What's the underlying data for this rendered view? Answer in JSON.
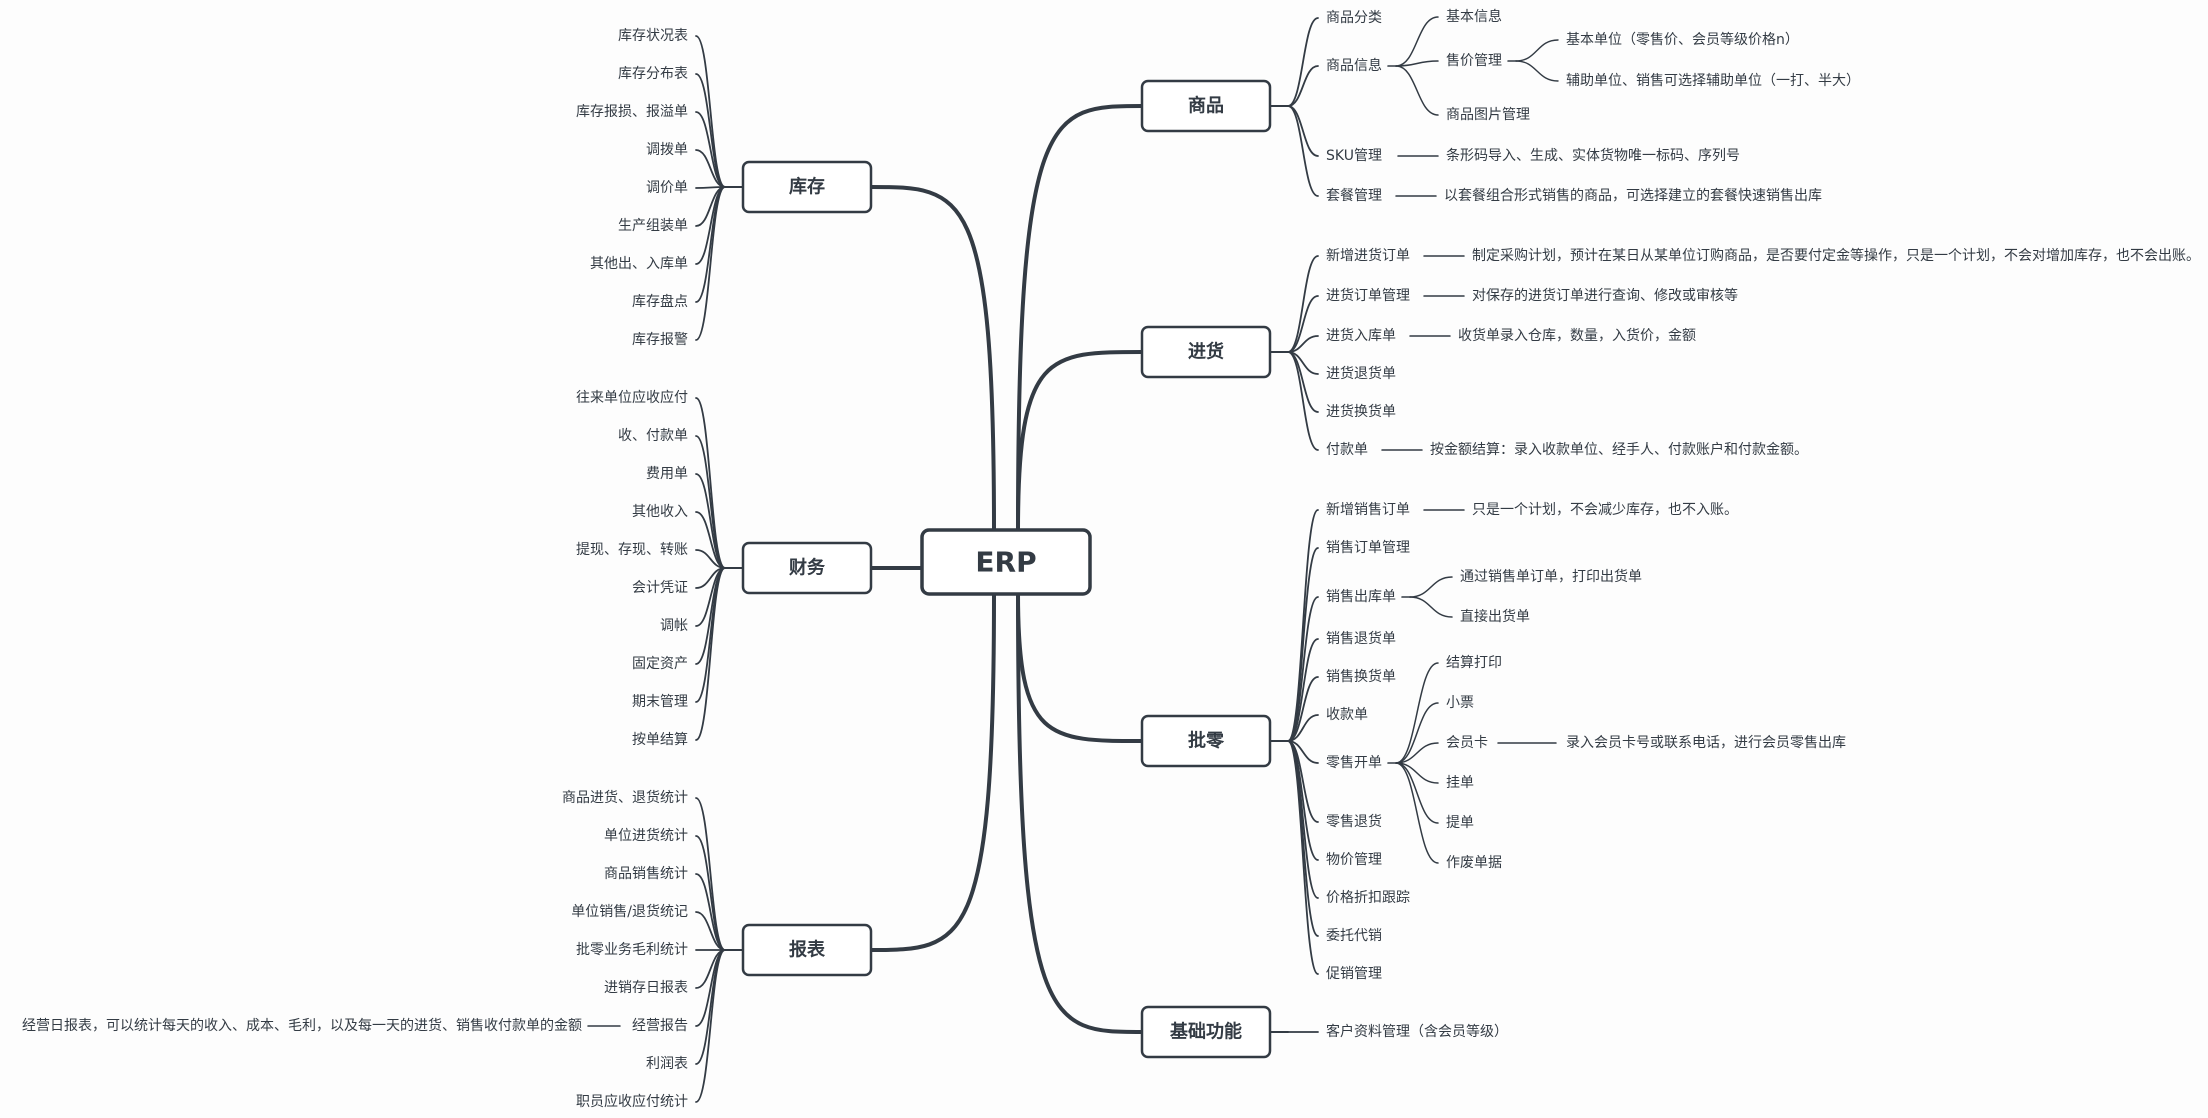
{
  "root": "ERP",
  "branches": [
    {
      "id": "goods",
      "label": "商品",
      "children": [
        {
          "label": "商品分类"
        },
        {
          "label": "商品信息",
          "children": [
            {
              "label": "基本信息"
            },
            {
              "label": "售价管理",
              "children": [
                {
                  "label": "基本单位（零售价、会员等级价格n）"
                },
                {
                  "label": "辅助单位、销售可选择辅助单位（一打、半大）"
                }
              ]
            },
            {
              "label": "商品图片管理"
            }
          ]
        },
        {
          "label": "SKU管理",
          "children": [
            {
              "label": "条形码导入、生成、实体货物唯一标码、序列号"
            }
          ]
        },
        {
          "label": "套餐管理",
          "children": [
            {
              "label": "以套餐组合形式销售的商品，可选择建立的套餐快速销售出库"
            }
          ]
        }
      ]
    },
    {
      "id": "purchase",
      "label": "进货",
      "children": [
        {
          "label": "新增进货订单",
          "children": [
            {
              "label": "制定采购计划，预计在某日从某单位订购商品，是否要付定金等操作，只是一个计划，不会对增加库存，也不会出账。"
            }
          ]
        },
        {
          "label": "进货订单管理",
          "children": [
            {
              "label": "对保存的进货订单进行查询、修改或审核等"
            }
          ]
        },
        {
          "label": "进货入库单",
          "children": [
            {
              "label": "收货单录入仓库，数量，入货价，金额"
            }
          ]
        },
        {
          "label": "进货退货单"
        },
        {
          "label": "进货换货单"
        },
        {
          "label": "付款单",
          "children": [
            {
              "label": "按金额结算：录入收款单位、经手人、付款账户和付款金额。"
            }
          ]
        }
      ]
    },
    {
      "id": "retail",
      "label": "批零",
      "children": [
        {
          "label": "新增销售订单",
          "children": [
            {
              "label": "只是一个计划，不会减少库存，也不入账。"
            }
          ]
        },
        {
          "label": "销售订单管理"
        },
        {
          "label": "销售出库单",
          "children": [
            {
              "label": "通过销售单订单，打印出货单"
            },
            {
              "label": "直接出货单"
            }
          ]
        },
        {
          "label": "销售退货单"
        },
        {
          "label": "销售换货单"
        },
        {
          "label": "收款单"
        },
        {
          "label": "零售开单",
          "children": [
            {
              "label": "结算打印"
            },
            {
              "label": "小票"
            },
            {
              "label": "会员卡",
              "children": [
                {
                  "label": "录入会员卡号或联系电话，进行会员零售出库"
                }
              ]
            },
            {
              "label": "挂单"
            },
            {
              "label": "提单"
            },
            {
              "label": "作废单据"
            }
          ]
        },
        {
          "label": "零售退货"
        },
        {
          "label": "物价管理"
        },
        {
          "label": "价格折扣跟踪"
        },
        {
          "label": "委托代销"
        },
        {
          "label": "促销管理"
        }
      ]
    },
    {
      "id": "basic",
      "label": "基础功能",
      "children": [
        {
          "label": "客户资料管理（含会员等级）"
        }
      ]
    },
    {
      "id": "inventory",
      "label": "库存",
      "children": [
        {
          "label": "库存状况表"
        },
        {
          "label": "库存分布表"
        },
        {
          "label": "库存报损、报溢单"
        },
        {
          "label": "调拨单"
        },
        {
          "label": "调价单"
        },
        {
          "label": "生产组装单"
        },
        {
          "label": "其他出、入库单"
        },
        {
          "label": "库存盘点"
        },
        {
          "label": "库存报警"
        }
      ]
    },
    {
      "id": "finance",
      "label": "财务",
      "children": [
        {
          "label": "往来单位应收应付"
        },
        {
          "label": "收、付款单"
        },
        {
          "label": "费用单"
        },
        {
          "label": "其他收入"
        },
        {
          "label": "提现、存现、转账"
        },
        {
          "label": "会计凭证"
        },
        {
          "label": "调帐"
        },
        {
          "label": "固定资产"
        },
        {
          "label": "期末管理"
        },
        {
          "label": "按单结算"
        }
      ]
    },
    {
      "id": "report",
      "label": "报表",
      "children": [
        {
          "label": "商品进货、退货统计"
        },
        {
          "label": "单位进货统计"
        },
        {
          "label": "商品销售统计"
        },
        {
          "label": "单位销售/退货统记"
        },
        {
          "label": "批零业务毛利统计"
        },
        {
          "label": "进销存日报表"
        },
        {
          "label": "经营报告",
          "children": [
            {
              "label": "经营日报表，可以统计每天的收入、成本、毛利，以及每一天的进货、销售收付款单的金额"
            }
          ]
        },
        {
          "label": "利润表"
        },
        {
          "label": "职员应收应付统计"
        }
      ]
    }
  ]
}
